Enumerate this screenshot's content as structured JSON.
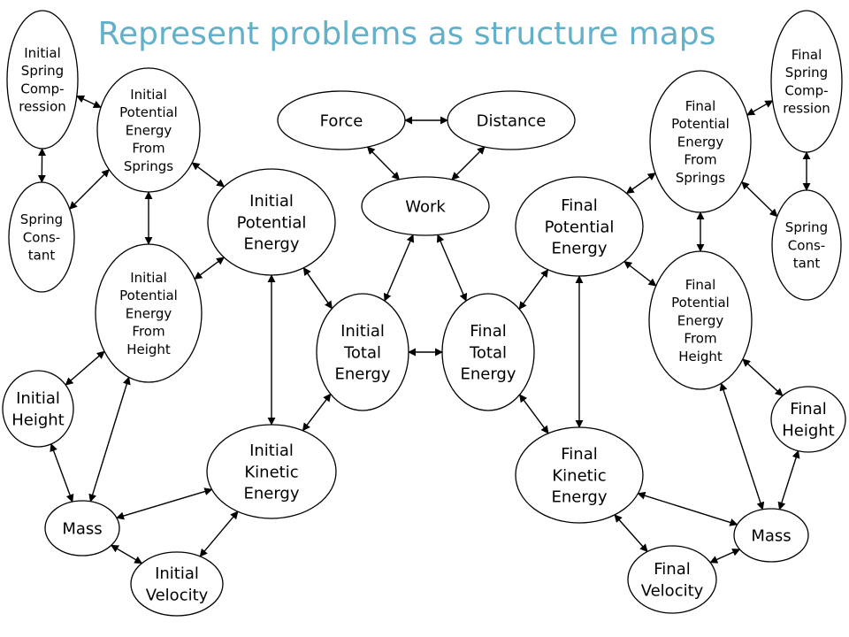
{
  "title": "Represent problems as structure maps",
  "nodes": [
    {
      "id": "init_spring_comp",
      "name": "node-initial-spring-compression",
      "lines": [
        "Initial",
        "Spring",
        "Comp-",
        "ression"
      ]
    },
    {
      "id": "init_pe_springs",
      "name": "node-initial-potential-energy-from-springs",
      "lines": [
        "Initial",
        "Potential",
        "Energy",
        "From",
        "Springs"
      ]
    },
    {
      "id": "init_spring_const",
      "name": "node-initial-spring-constant",
      "lines": [
        "Spring",
        "Cons-",
        "tant"
      ]
    },
    {
      "id": "init_pe",
      "name": "node-initial-potential-energy",
      "lines": [
        "Initial",
        "Potential",
        "Energy"
      ]
    },
    {
      "id": "init_pe_height",
      "name": "node-initial-potential-energy-from-height",
      "lines": [
        "Initial",
        "Potential",
        "Energy",
        "From",
        "Height"
      ]
    },
    {
      "id": "init_height",
      "name": "node-initial-height",
      "lines": [
        "Initial",
        "Height"
      ]
    },
    {
      "id": "init_mass",
      "name": "node-initial-mass",
      "lines": [
        "Mass"
      ]
    },
    {
      "id": "init_ke",
      "name": "node-initial-kinetic-energy",
      "lines": [
        "Initial",
        "Kinetic",
        "Energy"
      ]
    },
    {
      "id": "init_vel",
      "name": "node-initial-velocity",
      "lines": [
        "Initial",
        "Velocity"
      ]
    },
    {
      "id": "force",
      "name": "node-force",
      "lines": [
        "Force"
      ]
    },
    {
      "id": "distance",
      "name": "node-distance",
      "lines": [
        "Distance"
      ]
    },
    {
      "id": "work",
      "name": "node-work",
      "lines": [
        "Work"
      ]
    },
    {
      "id": "init_total",
      "name": "node-initial-total-energy",
      "lines": [
        "Initial",
        "Total",
        "Energy"
      ]
    },
    {
      "id": "final_total",
      "name": "node-final-total-energy",
      "lines": [
        "Final",
        "Total",
        "Energy"
      ]
    },
    {
      "id": "final_pe",
      "name": "node-final-potential-energy",
      "lines": [
        "Final",
        "Potential",
        "Energy"
      ]
    },
    {
      "id": "final_ke",
      "name": "node-final-kinetic-energy",
      "lines": [
        "Final",
        "Kinetic",
        "Energy"
      ]
    },
    {
      "id": "final_pe_springs",
      "name": "node-final-potential-energy-from-springs",
      "lines": [
        "Final",
        "Potential",
        "Energy",
        "From",
        "Springs"
      ]
    },
    {
      "id": "final_spring_comp",
      "name": "node-final-spring-compression",
      "lines": [
        "Final",
        "Spring",
        "Comp-",
        "ression"
      ]
    },
    {
      "id": "final_spring_const",
      "name": "node-final-spring-constant",
      "lines": [
        "Spring",
        "Cons-",
        "tant"
      ]
    },
    {
      "id": "final_pe_height",
      "name": "node-final-potential-energy-from-height",
      "lines": [
        "Final",
        "Potential",
        "Energy",
        "From",
        "Height"
      ]
    },
    {
      "id": "final_height",
      "name": "node-final-height",
      "lines": [
        "Final",
        "Height"
      ]
    },
    {
      "id": "final_mass",
      "name": "node-final-mass",
      "lines": [
        "Mass"
      ]
    },
    {
      "id": "final_vel",
      "name": "node-final-velocity",
      "lines": [
        "Final",
        "Velocity"
      ]
    }
  ],
  "edges": [
    [
      "force",
      "distance"
    ],
    [
      "force",
      "work"
    ],
    [
      "distance",
      "work"
    ],
    [
      "work",
      "init_total"
    ],
    [
      "work",
      "final_total"
    ],
    [
      "init_total",
      "final_total"
    ],
    [
      "init_spring_comp",
      "init_spring_const"
    ],
    [
      "init_spring_comp",
      "init_pe_springs"
    ],
    [
      "init_spring_const",
      "init_pe_springs"
    ],
    [
      "init_pe_springs",
      "init_pe_height"
    ],
    [
      "init_pe_springs",
      "init_pe"
    ],
    [
      "init_pe_height",
      "init_pe"
    ],
    [
      "init_pe",
      "init_ke"
    ],
    [
      "init_pe",
      "init_total"
    ],
    [
      "init_ke",
      "init_total"
    ],
    [
      "init_height",
      "init_pe_height"
    ],
    [
      "init_height",
      "init_mass"
    ],
    [
      "init_mass",
      "init_pe_height"
    ],
    [
      "init_mass",
      "init_ke"
    ],
    [
      "init_mass",
      "init_vel"
    ],
    [
      "init_vel",
      "init_ke"
    ],
    [
      "final_total",
      "final_pe"
    ],
    [
      "final_total",
      "final_ke"
    ],
    [
      "final_pe",
      "final_ke"
    ],
    [
      "final_pe",
      "final_pe_springs"
    ],
    [
      "final_pe",
      "final_pe_height"
    ],
    [
      "final_pe_springs",
      "final_pe_height"
    ],
    [
      "final_pe_springs",
      "final_spring_comp"
    ],
    [
      "final_pe_springs",
      "final_spring_const"
    ],
    [
      "final_spring_comp",
      "final_spring_const"
    ],
    [
      "final_pe_height",
      "final_height"
    ],
    [
      "final_pe_height",
      "final_mass"
    ],
    [
      "final_height",
      "final_mass"
    ],
    [
      "final_mass",
      "final_ke"
    ],
    [
      "final_mass",
      "final_vel"
    ],
    [
      "final_vel",
      "final_ke"
    ]
  ]
}
